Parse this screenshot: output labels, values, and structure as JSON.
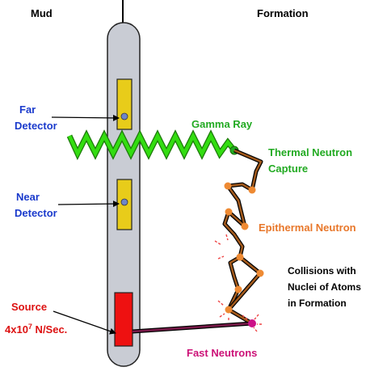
{
  "labels": {
    "mud": "Mud",
    "formation": "Formation",
    "far_detector_line1": "Far",
    "far_detector_line2": "Detector",
    "near_detector_line1": "Near",
    "near_detector_line2": "Detector",
    "source": "Source",
    "source_rate_prefix": "4x10",
    "source_rate_exponent": "7",
    "source_rate_suffix": " N/Sec.",
    "gamma_ray": "Gamma Ray",
    "thermal_capture_line1": "Thermal Neutron",
    "thermal_capture_line2": "Capture",
    "epithermal_neutron": "Epithermal Neutron",
    "collisions_line1": "Collisions with",
    "collisions_line2": "Nuclei of Atoms",
    "collisions_line3": "in Formation",
    "fast_neutrons": "Fast Neutrons"
  },
  "colors": {
    "tool_body": "#c9ccd4",
    "tool_outline": "#222222",
    "detector_fill": "#e8cc1a",
    "detector_dot": "#6f86c8",
    "source_fill": "#ee1111",
    "gamma_ray": "#33dd11",
    "neutron_path": "#a35a1c",
    "collision_node": "#ee8a33",
    "impact_node": "#cc1188",
    "fast_neutron_line": "#7a1a4a",
    "burst_marks": "#ee4444",
    "label_black": "#000000",
    "label_blue": "#1a3acc",
    "label_red": "#dd1111",
    "label_green": "#22aa22",
    "label_orange": "#e8772a",
    "label_magenta": "#cc1177"
  }
}
